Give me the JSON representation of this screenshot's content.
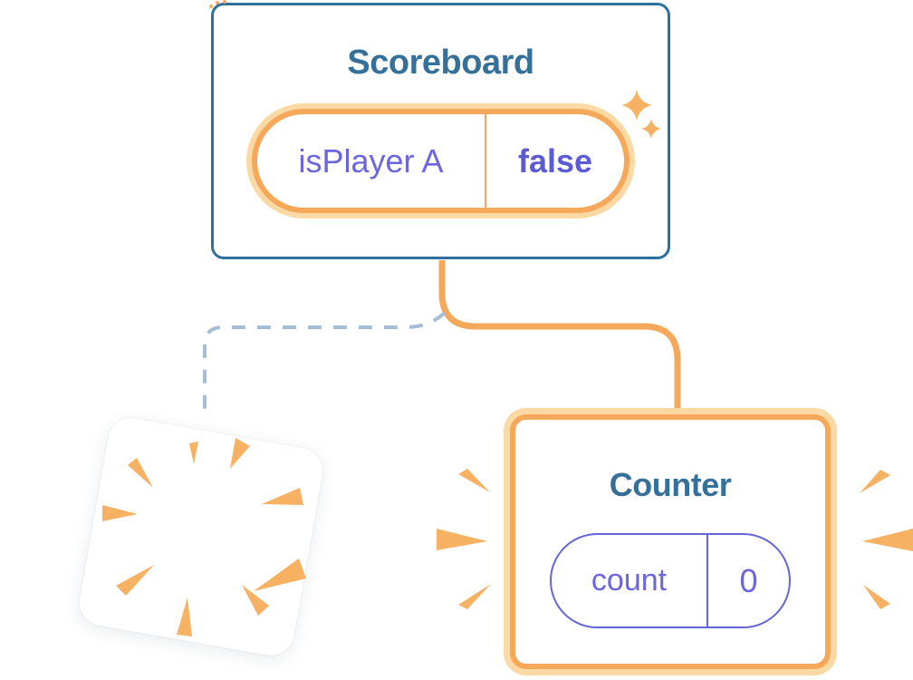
{
  "colors": {
    "card_bg": "#FFFFFF",
    "card_border_blue": "#2E6F9E",
    "title_blue": "#35709B",
    "purple_text": "#6C66DE",
    "purple_bold": "#5B5BD6",
    "purple_line": "#6366D6",
    "accent_orange": "#F5A75A",
    "accent_orange_soft": "#FAD9A5",
    "ray_orange": "#F6B163",
    "dashed_blue": "#A3BED6"
  },
  "scoreboard": {
    "title": "Scoreboard",
    "state": {
      "key": "isPlayer A",
      "value": "false"
    }
  },
  "counter": {
    "title": "Counter",
    "state": {
      "key": "count",
      "value": "0"
    }
  },
  "icons": {
    "sparkles": "sparkles-icon",
    "burst": "burst-rays-icon",
    "emphasis_left": "emphasis-rays-left-icon",
    "emphasis_right": "emphasis-rays-right-icon"
  }
}
